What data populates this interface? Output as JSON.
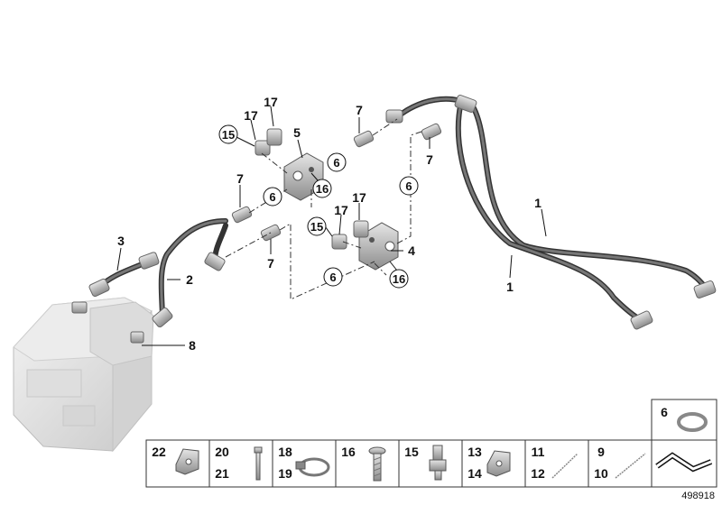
{
  "diagram": {
    "reference": "498918",
    "callouts": {
      "c1a": "1",
      "c1b": "1",
      "c2": "2",
      "c3": "3",
      "c4": "4",
      "c5": "5",
      "c6a": "6",
      "c6b": "6",
      "c6c": "6",
      "c6d": "6",
      "c7a": "7",
      "c7b": "7",
      "c7c": "7",
      "c7d": "7",
      "c8": "8",
      "c15a": "15",
      "c15b": "15",
      "c16a": "16",
      "c16b": "16",
      "c17a": "17",
      "c17b": "17",
      "c17c": "17",
      "c17d": "17"
    },
    "parts_table": [
      {
        "top": "22",
        "bottom": ""
      },
      {
        "top": "20",
        "bottom": "21"
      },
      {
        "top": "18",
        "bottom": "19"
      },
      {
        "top": "16",
        "bottom": ""
      },
      {
        "top": "15",
        "bottom": ""
      },
      {
        "top": "13",
        "bottom": "14"
      },
      {
        "top": "11",
        "bottom": "12"
      },
      {
        "top": "9",
        "bottom": "10"
      }
    ],
    "washer_box": "6"
  }
}
